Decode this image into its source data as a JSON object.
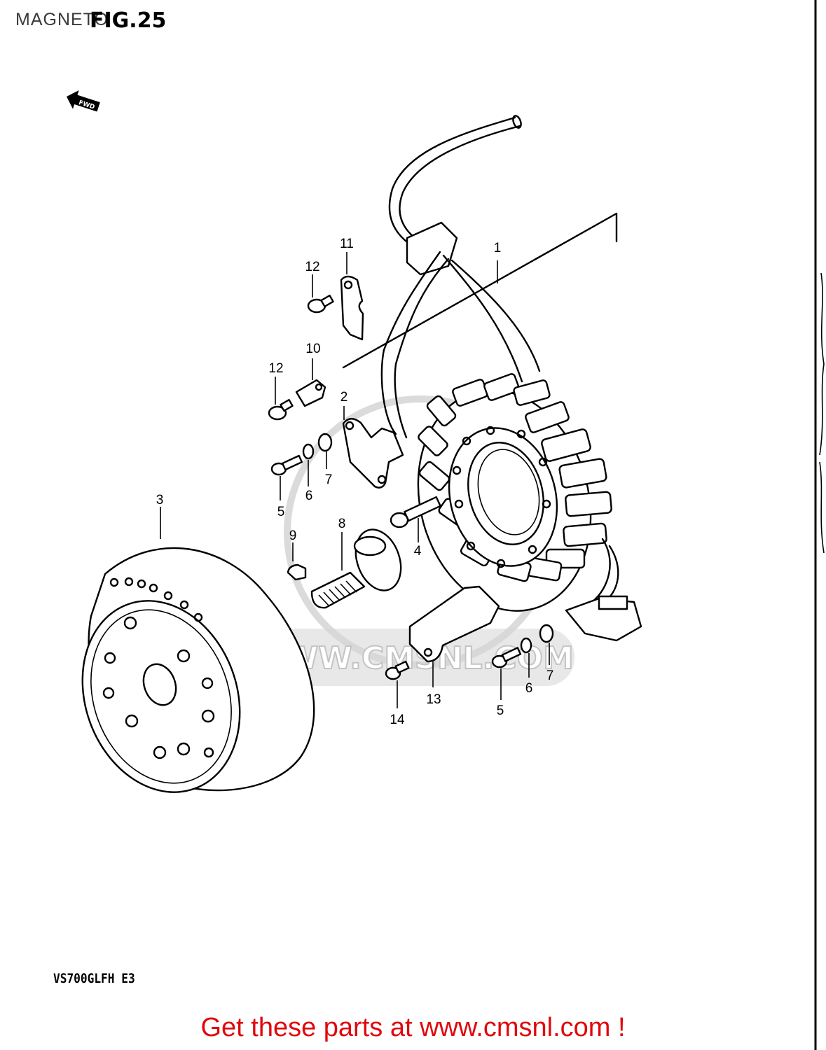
{
  "header": {
    "section_title": "MAGNETO",
    "figure_label": "FIG.25"
  },
  "direction_marker": {
    "label": "FWD",
    "icon": "forward-arrow-icon"
  },
  "part_callouts": [
    {
      "id": "callout-1",
      "label": "1"
    },
    {
      "id": "callout-2",
      "label": "2"
    },
    {
      "id": "callout-3",
      "label": "3"
    },
    {
      "id": "callout-4",
      "label": "4"
    },
    {
      "id": "callout-5a",
      "label": "5"
    },
    {
      "id": "callout-5b",
      "label": "5"
    },
    {
      "id": "callout-6a",
      "label": "6"
    },
    {
      "id": "callout-6b",
      "label": "6"
    },
    {
      "id": "callout-7a",
      "label": "7"
    },
    {
      "id": "callout-7b",
      "label": "7"
    },
    {
      "id": "callout-8",
      "label": "8"
    },
    {
      "id": "callout-9",
      "label": "9"
    },
    {
      "id": "callout-10",
      "label": "10"
    },
    {
      "id": "callout-11",
      "label": "11"
    },
    {
      "id": "callout-12a",
      "label": "12"
    },
    {
      "id": "callout-12b",
      "label": "12"
    },
    {
      "id": "callout-13",
      "label": "13"
    },
    {
      "id": "callout-14",
      "label": "14"
    }
  ],
  "model_code": "VS700GLFH  E3",
  "watermark": {
    "url_text": "WWW.CMSNL.COM"
  },
  "footer": {
    "promo_text": "Get these parts at www.cmsnl.com !",
    "color": "#e0080c"
  }
}
